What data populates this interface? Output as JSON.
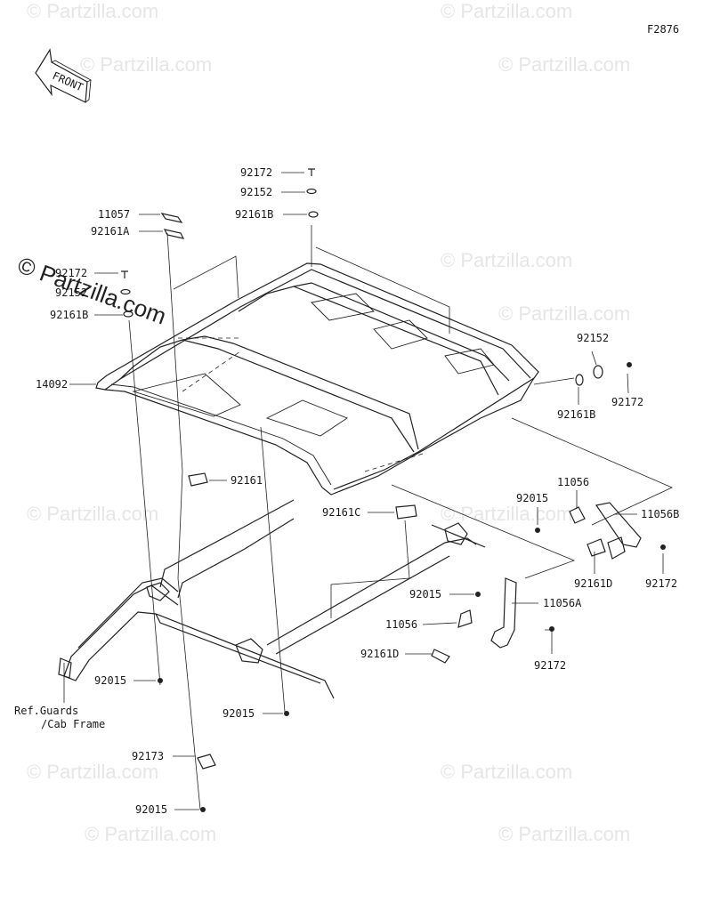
{
  "figure_code": "F2876",
  "front_label": "FRONT",
  "watermark_text": "© Partzilla.com",
  "ref_note_line1": "Ref.Guards",
  "ref_note_line2": "/Cab Frame",
  "part_labels": [
    {
      "id": "p1",
      "text": "92172"
    },
    {
      "id": "p2",
      "text": "92152"
    },
    {
      "id": "p3",
      "text": "92161B"
    },
    {
      "id": "p4",
      "text": "11057"
    },
    {
      "id": "p5",
      "text": "92161A"
    },
    {
      "id": "p6",
      "text": "92172"
    },
    {
      "id": "p7",
      "text": "92152"
    },
    {
      "id": "p8",
      "text": "92161B"
    },
    {
      "id": "p9",
      "text": "14092"
    },
    {
      "id": "p10",
      "text": "92152"
    },
    {
      "id": "p11",
      "text": "92161B"
    },
    {
      "id": "p12",
      "text": "92172"
    },
    {
      "id": "p13",
      "text": "92161"
    },
    {
      "id": "p14",
      "text": "92161C"
    },
    {
      "id": "p15",
      "text": "92015"
    },
    {
      "id": "p16",
      "text": "11056"
    },
    {
      "id": "p17",
      "text": "11056B"
    },
    {
      "id": "p18",
      "text": "92161D"
    },
    {
      "id": "p19",
      "text": "92172"
    },
    {
      "id": "p20",
      "text": "92015"
    },
    {
      "id": "p21",
      "text": "11056A"
    },
    {
      "id": "p22",
      "text": "11056"
    },
    {
      "id": "p23",
      "text": "92172"
    },
    {
      "id": "p24",
      "text": "92161D"
    },
    {
      "id": "p25",
      "text": "92015"
    },
    {
      "id": "p26",
      "text": "92015"
    },
    {
      "id": "p27",
      "text": "92173"
    },
    {
      "id": "p28",
      "text": "92015"
    }
  ]
}
